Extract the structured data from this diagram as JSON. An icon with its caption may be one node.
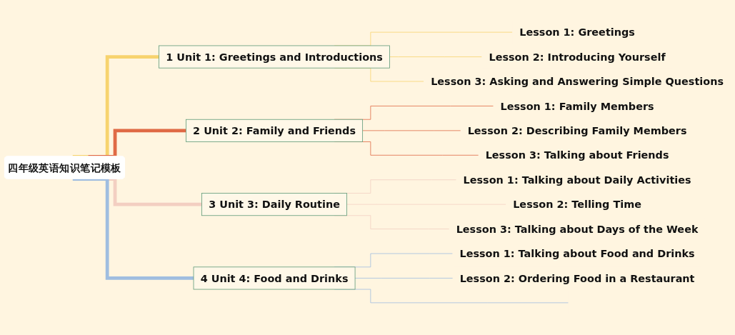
{
  "diagram": {
    "nodes": [
      {
        "text": [
          "四年级英语知识笔记模板"
        ]
      },
      {
        "text": [
          "1",
          "Unit 1: Greetings and Introductions"
        ]
      },
      {
        "text": [
          "Lesson 1: Greetings"
        ]
      },
      {
        "text": [
          "Lesson 2: Introducing Yourself"
        ]
      },
      {
        "text": [
          "Lesson 3: Asking and Answering Simple Questions"
        ]
      },
      {
        "text": [
          "2",
          "Unit 2: Family and Friends"
        ]
      },
      {
        "text": [
          "Lesson 1: Family Members"
        ]
      },
      {
        "text": [
          "Lesson 2: Describing Family Members"
        ]
      },
      {
        "text": [
          "Lesson 3: Talking about Friends"
        ]
      },
      {
        "text": [
          "3",
          "Unit 3: Daily Routine"
        ]
      },
      {
        "text": [
          "Lesson 1: Talking about Daily Activities"
        ]
      },
      {
        "text": [
          "Lesson 2: Telling Time"
        ]
      },
      {
        "text": [
          "Lesson 3: Talking about Days of the Week"
        ]
      },
      {
        "text": [
          "4",
          "Unit 4: Food and Drinks"
        ]
      },
      {
        "text": [
          "Lesson 1: Talking about Food and Drinks"
        ]
      },
      {
        "text": [
          "Lesson 2: Ordering Food in a Restaurant"
        ]
      }
    ],
    "edges": [
      {
        "from": 0,
        "to": 1,
        "arrow": "none",
        "style": "thick",
        "color": "#f7d36e"
      },
      {
        "from": 1,
        "to": 2,
        "arrow": "none",
        "color": "#f7d36e"
      },
      {
        "from": 1,
        "to": 3,
        "arrow": "none",
        "color": "#f7d36e"
      },
      {
        "from": 1,
        "to": 4,
        "arrow": "none",
        "color": "#f7d36e"
      },
      {
        "from": 0,
        "to": 5,
        "arrow": "none",
        "style": "thick",
        "color": "#e06a45"
      },
      {
        "from": 5,
        "to": 6,
        "arrow": "none",
        "color": "#e06a45"
      },
      {
        "from": 5,
        "to": 7,
        "arrow": "none",
        "color": "#e06a45"
      },
      {
        "from": 5,
        "to": 8,
        "arrow": "none",
        "color": "#e06a45"
      },
      {
        "from": 0,
        "to": 9,
        "arrow": "none",
        "style": "thick",
        "color": "#f3cfc2"
      },
      {
        "from": 9,
        "to": 10,
        "arrow": "none",
        "color": "#f3cfc2"
      },
      {
        "from": 9,
        "to": 11,
        "arrow": "none",
        "color": "#f3cfc2"
      },
      {
        "from": 9,
        "to": 12,
        "arrow": "none",
        "color": "#f3cfc2"
      },
      {
        "from": 0,
        "to": 13,
        "arrow": "none",
        "style": "thick",
        "color": "#9fbde0"
      },
      {
        "from": 13,
        "to": 14,
        "arrow": "none",
        "color": "#9fbde0"
      },
      {
        "from": 13,
        "to": 15,
        "arrow": "none",
        "color": "#9fbde0"
      },
      {
        "from": 13,
        "to": null,
        "arrow": "none",
        "color": "#9fbde0"
      }
    ]
  }
}
